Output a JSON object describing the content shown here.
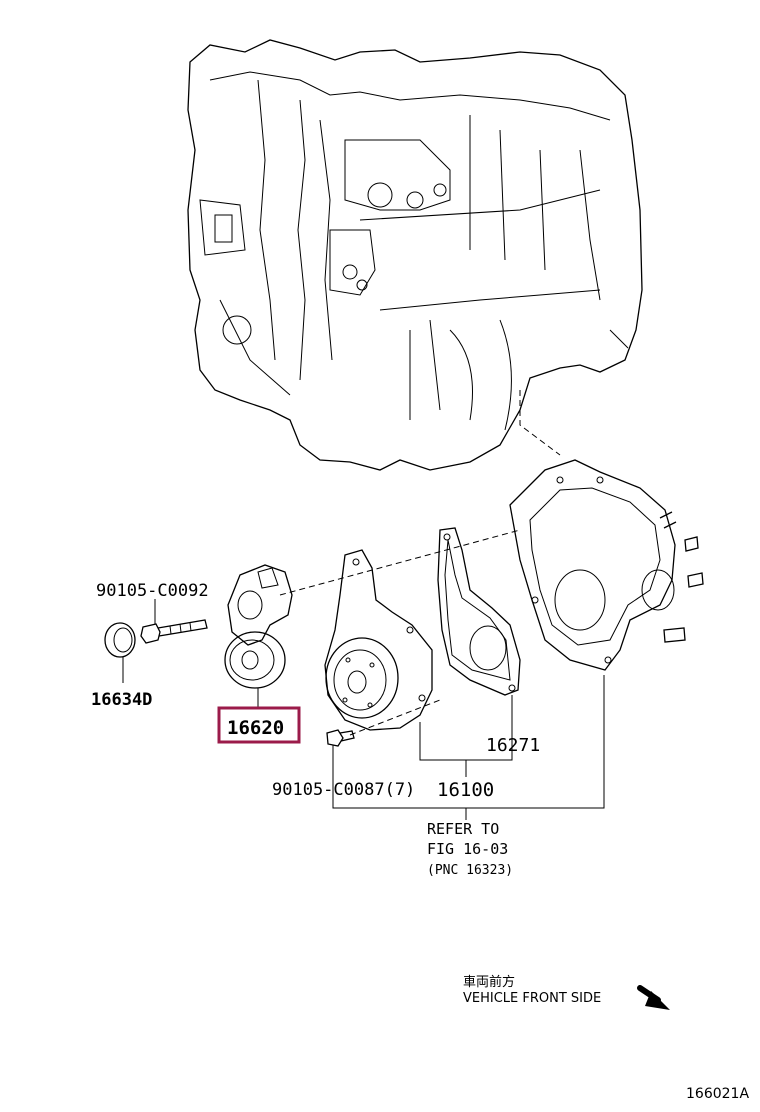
{
  "parts": {
    "bolt_upper": "90105-C0092",
    "cap": "16634D",
    "tensioner": "16620",
    "gasket": "16271",
    "bolt_lower": "90105-C0087(7)",
    "water_pump": "16100"
  },
  "refer": {
    "line1": "REFER TO",
    "line2": "FIG 16-03",
    "line3": "(PNC 16323)"
  },
  "direction": {
    "japanese": "車両前方",
    "english": "VEHICLE FRONT SIDE"
  },
  "figure_id": "166021A",
  "colors": {
    "highlight": "#9b1b4a"
  }
}
